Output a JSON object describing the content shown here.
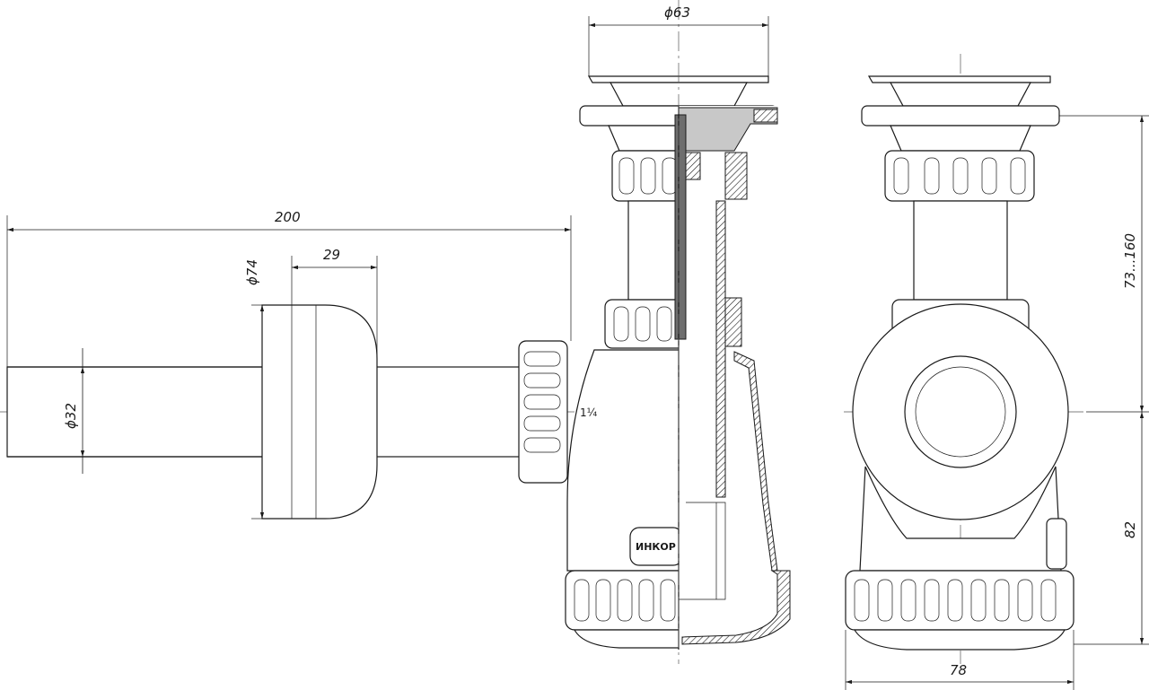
{
  "dimensions": {
    "length_overall": "200",
    "depth_cap": "29",
    "diameter_cap": "ϕ74",
    "diameter_pipe": "ϕ32",
    "diameter_strainer": "ϕ63",
    "height_adjustable": "73...160",
    "height_outlet": "82",
    "width_body": "78"
  },
  "labels": {
    "thread": "1¼",
    "brand": "ИНКОР"
  },
  "colors": {
    "line": "#1a1a1a",
    "fill_gray": "#c8c8c8",
    "fill_dark": "#6e6e6e"
  }
}
